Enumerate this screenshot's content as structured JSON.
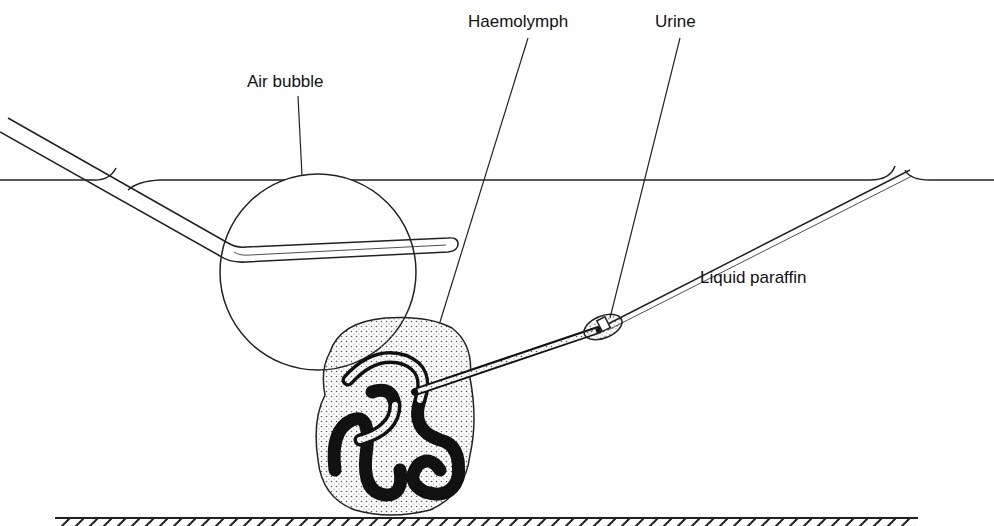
{
  "diagram": {
    "labels": [
      "Air bubble",
      "Haemolymph",
      "Urine",
      "Liquid paraffin"
    ]
  }
}
